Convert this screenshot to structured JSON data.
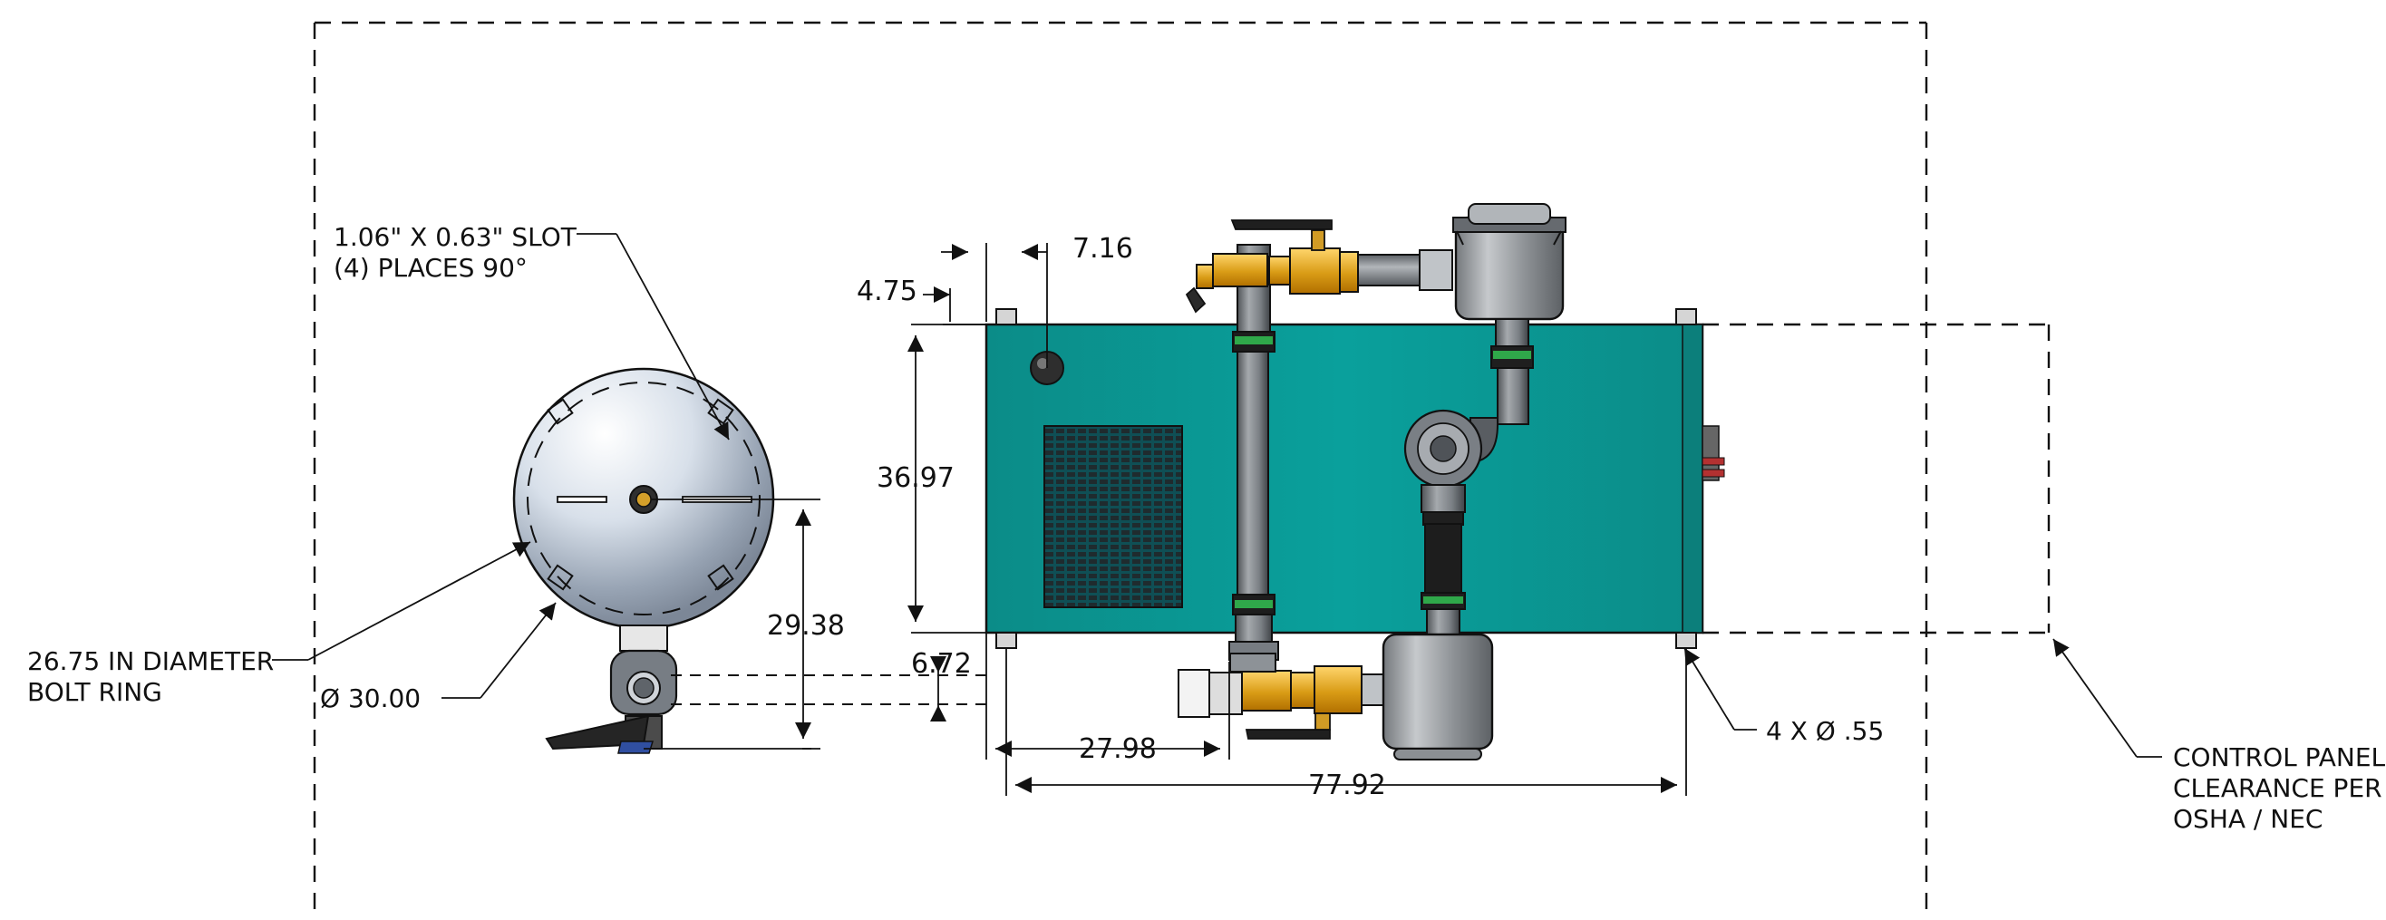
{
  "notes": {
    "slot_line1": "1.06\" X 0.63\" SLOT",
    "slot_line2": "(4) PLACES 90°",
    "bolt_ring_line1": "26.75 IN DIAMETER",
    "bolt_ring_line2": "BOLT RING",
    "diameter": "Ø 30.00",
    "holes": "4 X Ø .55",
    "control_line1": "CONTROL PANEL",
    "control_line2": "CLEARANCE PER",
    "control_line3": "OSHA / NEC"
  },
  "dimensions": {
    "d_475": "4.75",
    "d_716": "7.16",
    "d_3697": "36.97",
    "d_2938": "29.38",
    "d_672": "6.72",
    "d_2798": "27.98",
    "d_7792": "77.92"
  },
  "colors": {
    "tank_body": "#0a9a96",
    "brass": "#d9a521",
    "steel": "#8b8f93",
    "sphere": "#b7c2d0",
    "filter": "#9a9ea3",
    "gasket": "#2fa84a"
  },
  "icons": {
    "arrow": "arrowhead-icon",
    "diameter": "diameter-symbol-icon"
  }
}
